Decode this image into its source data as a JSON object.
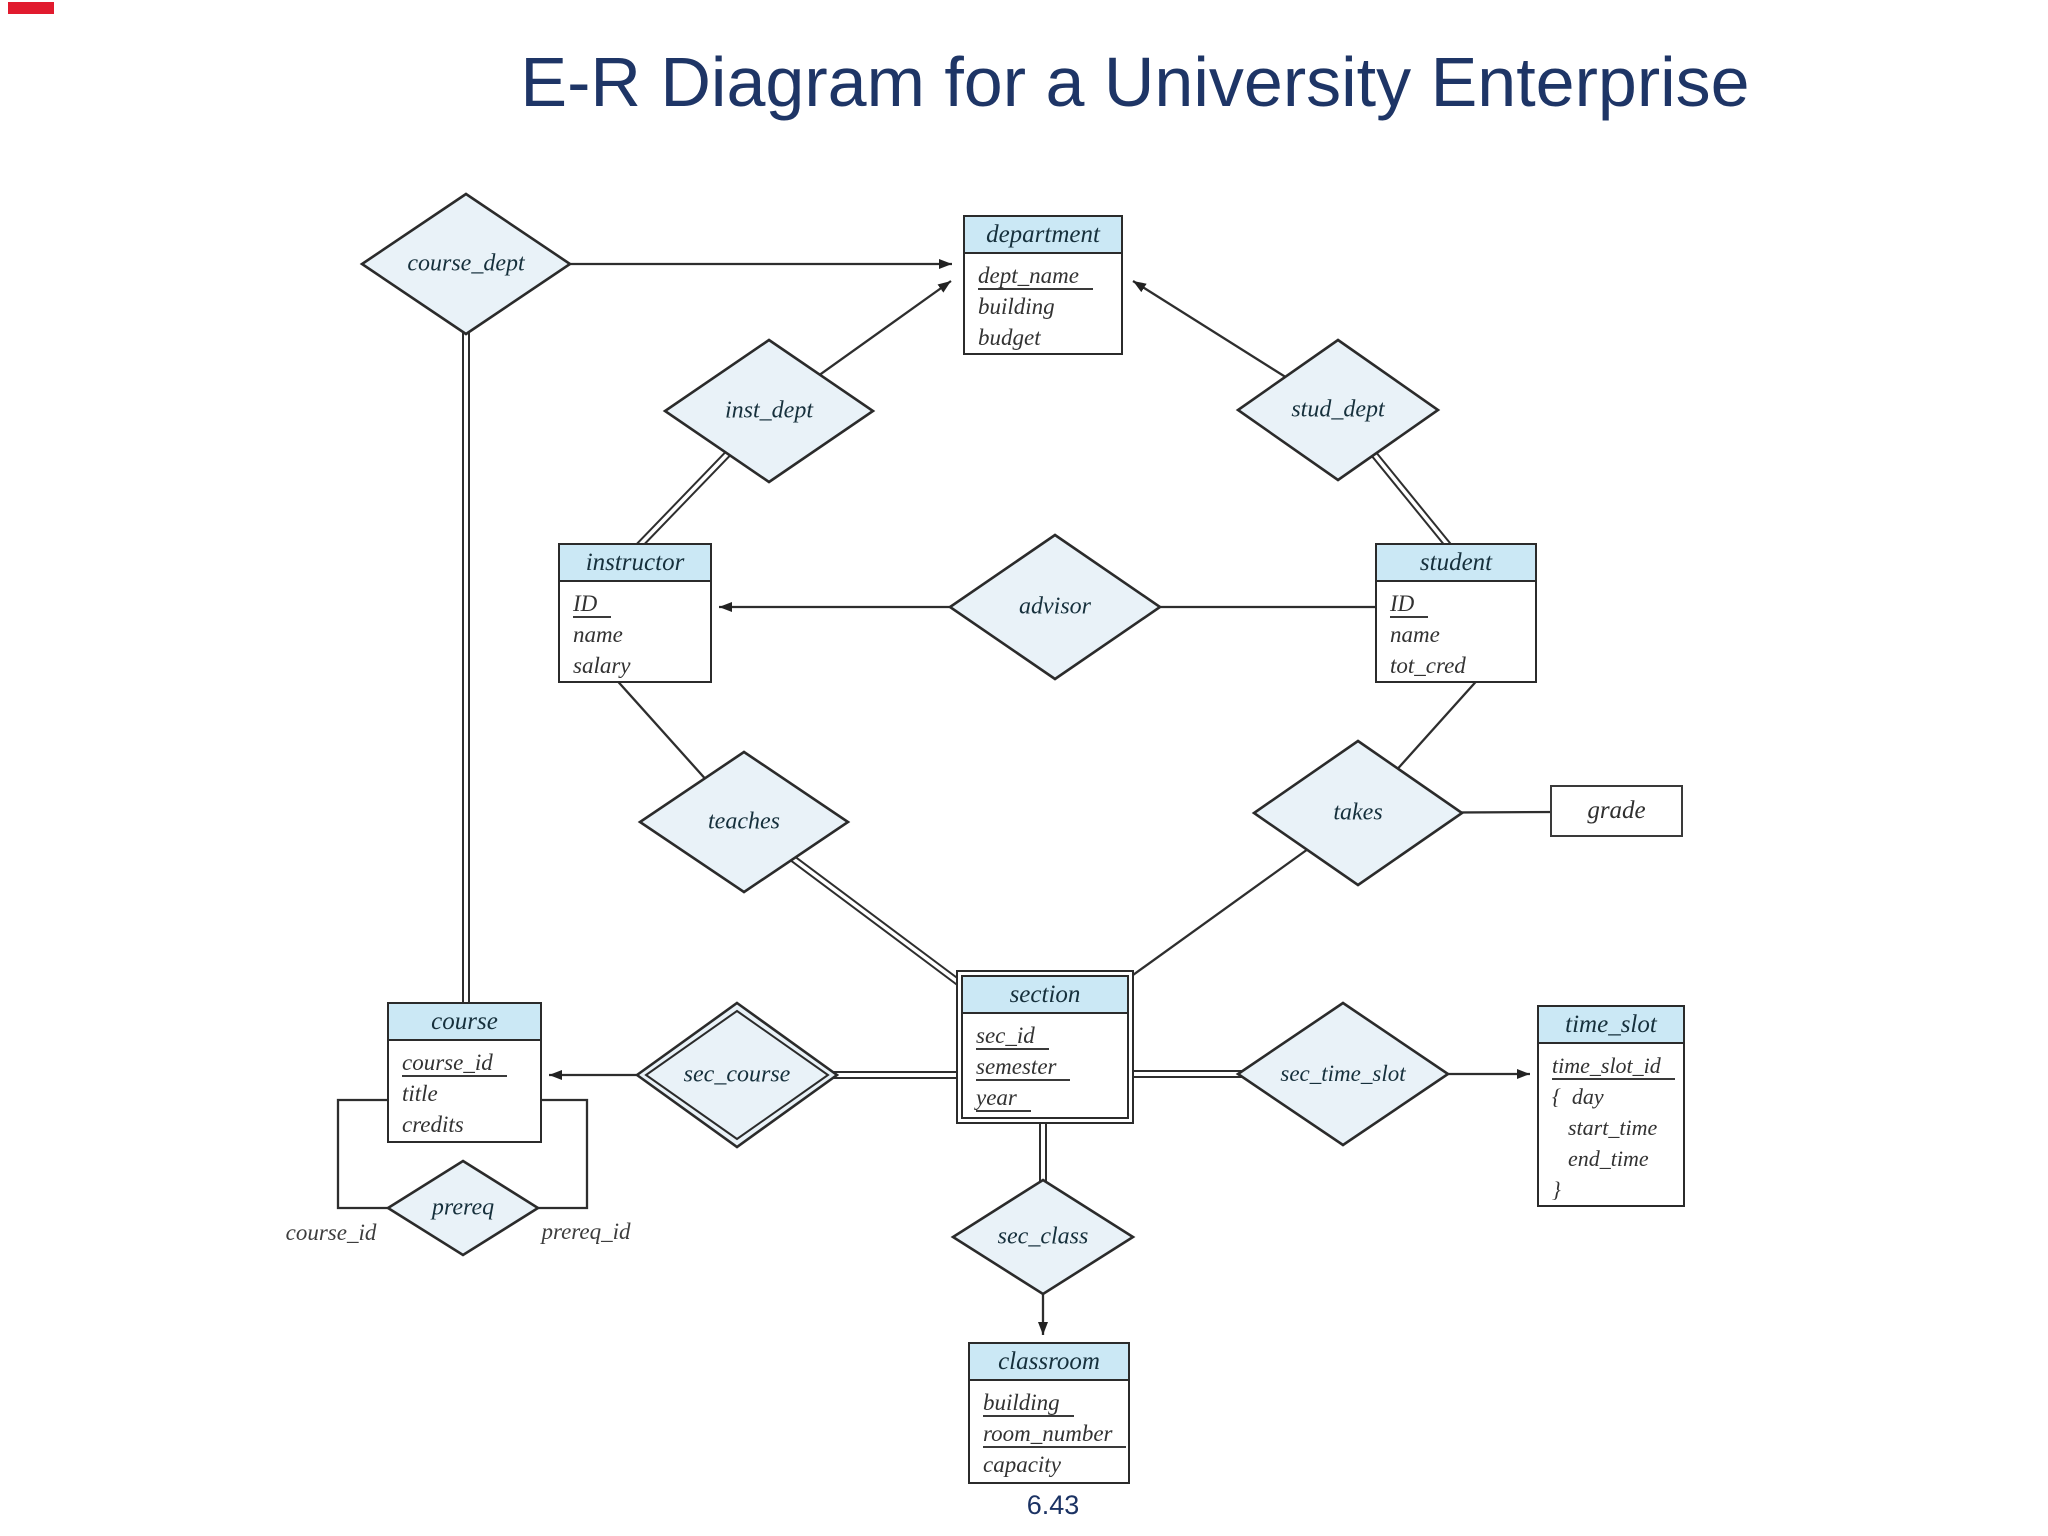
{
  "slide": {
    "title": "E-R Diagram for a University Enterprise",
    "page_number": "6.43",
    "accent_red": "#e11b2e",
    "colors": {
      "entity_header": "#cbe8f5",
      "diamond_fill": "#e9f2f8",
      "line": "#2e2e2e",
      "title_text": "#1e3566"
    }
  },
  "entities": {
    "department": {
      "name": "department",
      "attrs": [
        "dept_name",
        "building",
        "budget"
      ]
    },
    "instructor": {
      "name": "instructor",
      "attrs": [
        "ID",
        "name",
        "salary"
      ]
    },
    "student": {
      "name": "student",
      "attrs": [
        "ID",
        "name",
        "tot_cred"
      ]
    },
    "course": {
      "name": "course",
      "attrs": [
        "course_id",
        "title",
        "credits"
      ]
    },
    "section": {
      "name": "section",
      "attrs": [
        "sec_id",
        "semester",
        "year"
      ]
    },
    "time_slot": {
      "name": "time_slot",
      "attrs": [
        "time_slot_id",
        "day",
        "start_time",
        "end_time"
      ],
      "brace_open": "{",
      "brace_close": "}"
    },
    "classroom": {
      "name": "classroom",
      "attrs": [
        "building",
        "room_number",
        "capacity"
      ]
    }
  },
  "relationships": {
    "course_dept": "course_dept",
    "inst_dept": "inst_dept",
    "stud_dept": "stud_dept",
    "advisor": "advisor",
    "teaches": "teaches",
    "takes": "takes",
    "sec_course": "sec_course",
    "sec_time_slot": "sec_time_slot",
    "sec_class": "sec_class",
    "prereq": "prereq"
  },
  "attribute_boxes": {
    "grade": "grade"
  },
  "role_labels": {
    "course_id": "course_id",
    "prereq_id": "prereq_id"
  }
}
